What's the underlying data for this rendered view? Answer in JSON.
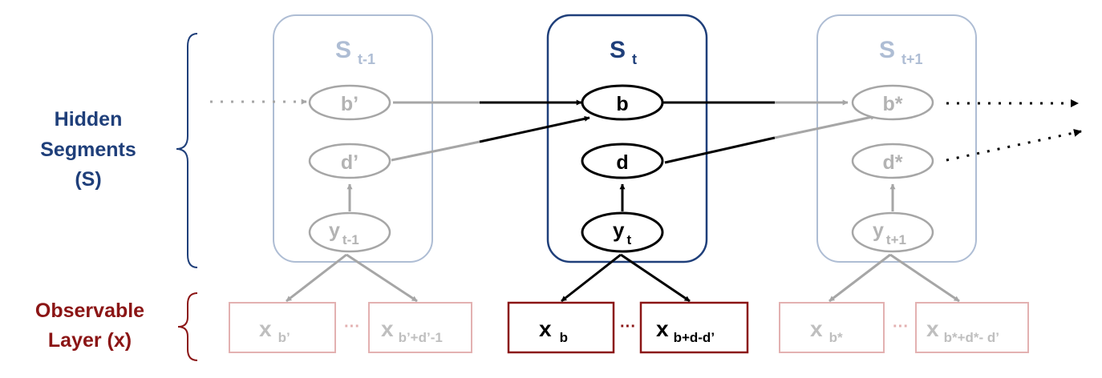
{
  "colors": {
    "hidden_label": "#1f3f7a",
    "observable_label": "#8b1515",
    "active_box": "#1f3f7a",
    "faded_box": "#aebdd4",
    "active_obs": "#8b1515",
    "faded_obs": "#e3b1b1",
    "faded_node": "#a6a6a6",
    "faded_text": "#b3b3b3",
    "faded_obs_text": "#bfbfbf",
    "active": "#000000"
  },
  "side_labels": {
    "hidden": [
      "Hidden",
      "Segments",
      "(S)"
    ],
    "observable": [
      "Observable",
      "Layer (x)"
    ]
  },
  "segments": {
    "prev": {
      "title": "S",
      "title_sub": "t-1",
      "b": "b’",
      "d": "d’",
      "y": "y",
      "y_sub": "t-1",
      "obs_left": "x",
      "obs_left_sub": "b’",
      "obs_right": "x",
      "obs_right_sub": "b’+d’-1",
      "ellipsis": "···"
    },
    "curr": {
      "title": "S",
      "title_sub": "t",
      "b": "b",
      "d": "d",
      "y": "y",
      "y_sub": "t",
      "obs_left": "x",
      "obs_left_sub": "b",
      "obs_right": "x",
      "obs_right_sub": "b+d-d’",
      "ellipsis": "···"
    },
    "next": {
      "title": "S",
      "title_sub": "t+1",
      "b": "b*",
      "d": "d*",
      "y": "y",
      "y_sub": "t+1",
      "obs_left": "x",
      "obs_left_sub": "b*",
      "obs_right": "x",
      "obs_right_sub": "b*+d*- d’",
      "ellipsis": "···"
    }
  }
}
